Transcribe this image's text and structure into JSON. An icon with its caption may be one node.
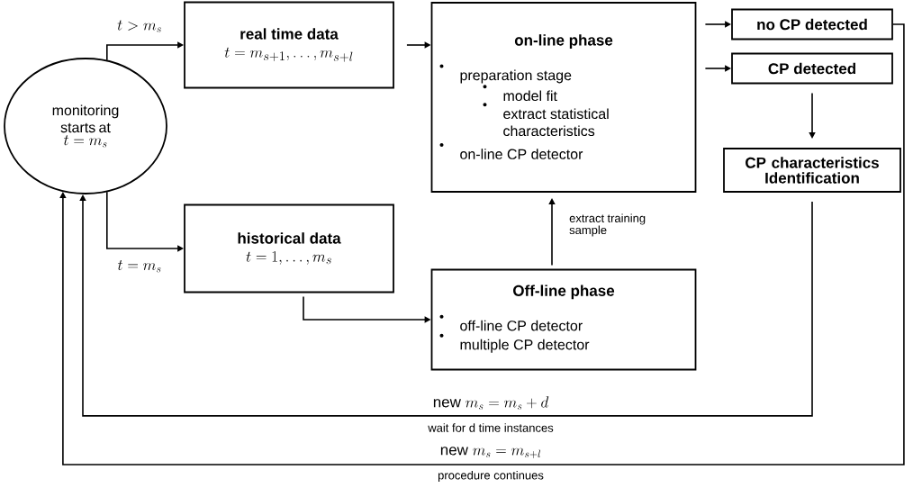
{
  "diagram": {
    "nodes": [
      {
        "text": [
          "monitoring starts at",
          "t = m_s"
        ]
      },
      {
        "text": [
          "real time data",
          "t = m_{s+1}, \\ldots, m_{s+l}"
        ]
      },
      {
        "text": [
          "on-line phase",
          "preparation stage",
          "model fit",
          "extract statistical characteristics",
          "on-line CP detector"
        ]
      },
      {
        "text": [
          "no CP detected"
        ]
      },
      {
        "text": [
          "CP detected"
        ]
      },
      {
        "text": [
          "CP characteristics Identification"
        ]
      },
      {
        "text": [
          "historical data",
          "t = 1, \\ldots, m_s"
        ]
      },
      {
        "text": [
          "Off-line phase",
          "off-line CP detector",
          "multiple CP detector"
        ]
      }
    ],
    "edges": [
      {
        "from": 0,
        "to": 1,
        "arrow": "to",
        "label": "t > m_s"
      },
      {
        "from": 0,
        "to": 6,
        "arrow": "to",
        "label": "t = m_s"
      },
      {
        "from": 1,
        "to": 2,
        "arrow": "to"
      },
      {
        "from": 2,
        "to": 3,
        "arrow": "to"
      },
      {
        "from": 2,
        "to": 4,
        "arrow": "to"
      },
      {
        "from": 4,
        "to": 5,
        "arrow": "to"
      },
      {
        "from": 6,
        "to": 7,
        "arrow": "to"
      },
      {
        "from": 7,
        "to": 2,
        "arrow": "to",
        "label": "extract training sample"
      },
      {
        "from": 5,
        "to": 0,
        "arrow": "to",
        "label": "\\mathrm{new}\\ m_s = m_s + d"
      },
      {
        "from": 3,
        "to": 0,
        "arrow": "to",
        "label": "\\mathrm{new}\\ m_s = m_{s+l}"
      }
    ],
    "labels": [
      "wait for d time instances",
      "procedure continues"
    ]
  }
}
